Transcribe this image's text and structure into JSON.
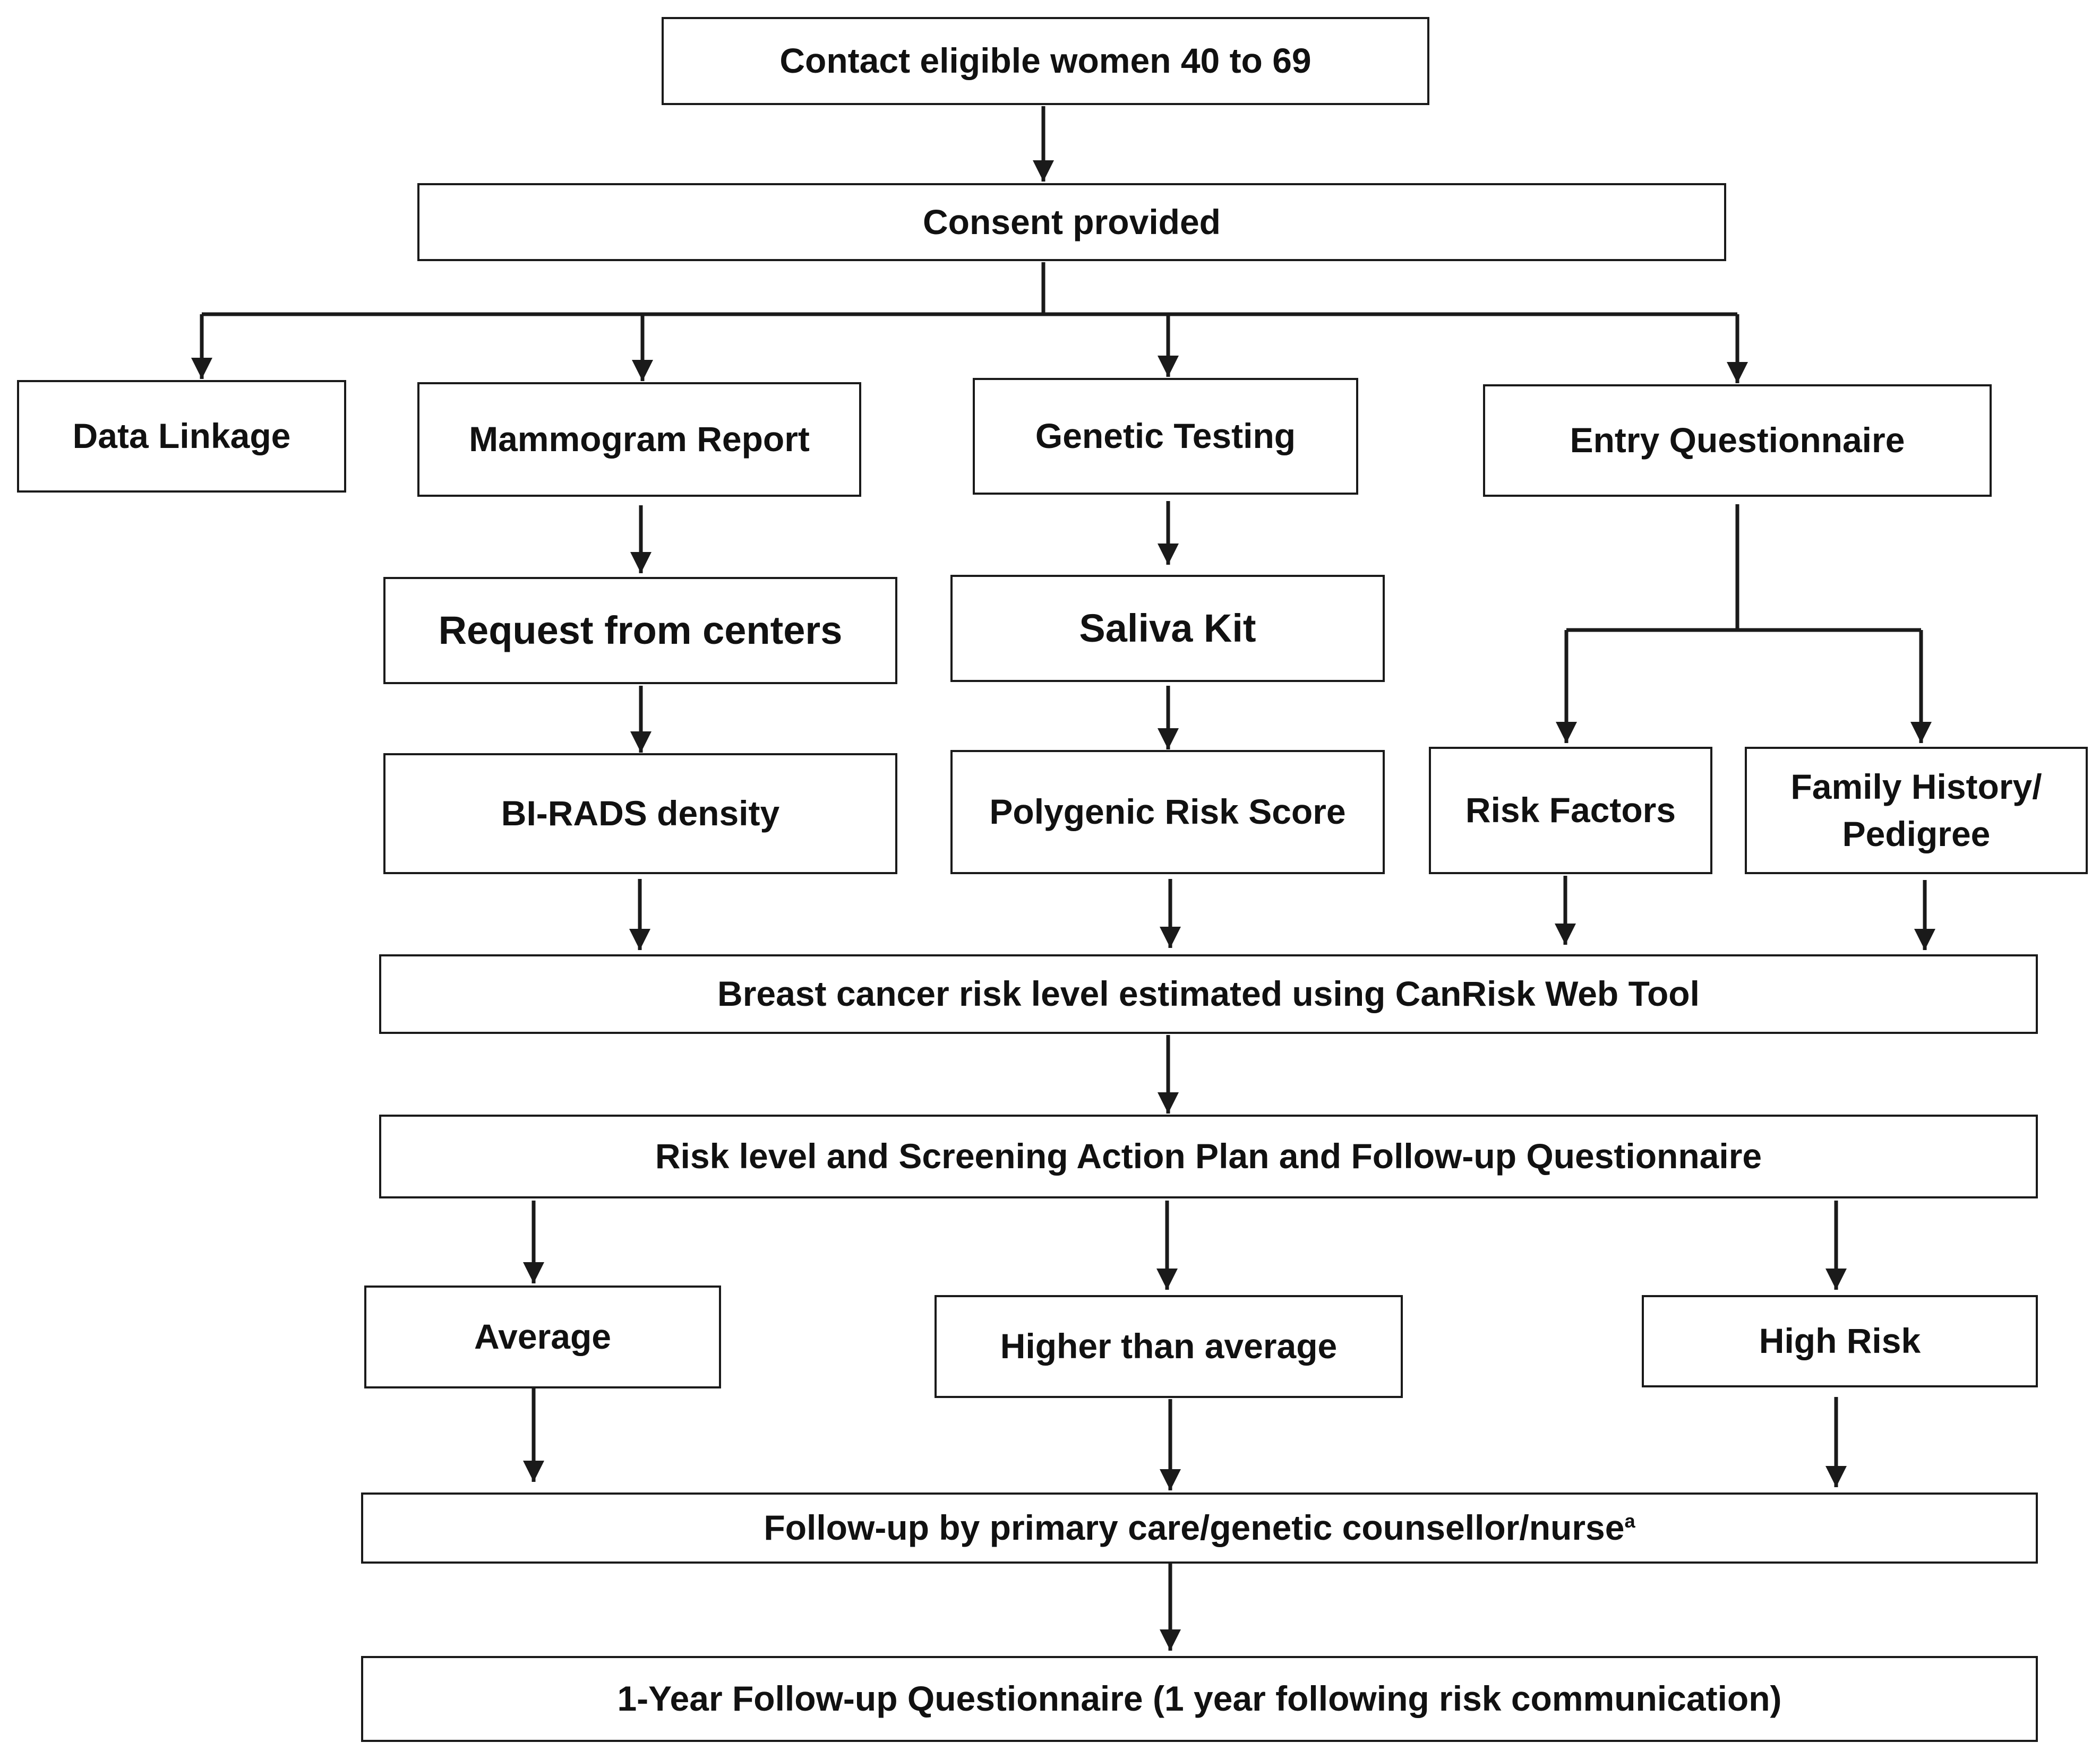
{
  "nodes": {
    "contact": "Contact eligible women 40 to 69",
    "consent": "Consent provided",
    "data_linkage": "Data Linkage",
    "mammogram_report": "Mammogram Report",
    "genetic_testing": "Genetic Testing",
    "entry_questionnaire": "Entry Questionnaire",
    "request_centers": "Request from centers",
    "saliva_kit": "Saliva Kit",
    "birads": "BI-RADS density",
    "prs": "Polygenic Risk Score",
    "risk_factors": "Risk Factors",
    "family_history_line1": "Family History/",
    "family_history_line2": "Pedigree",
    "canrisk": "Breast cancer risk level estimated using CanRisk Web Tool",
    "action_plan": "Risk level and Screening Action Plan and Follow-up Questionnaire",
    "average": "Average",
    "higher_than_average": "Higher than average",
    "high_risk": "High Risk",
    "followup": "Follow-up by primary care/genetic counsellor/nurse",
    "followup_footnote": "a",
    "one_year": "1-Year Follow-up Questionnaire (1 year following risk communication)"
  },
  "colors": {
    "line": "#1a1a1a",
    "text": "#111111",
    "background": "#ffffff"
  }
}
